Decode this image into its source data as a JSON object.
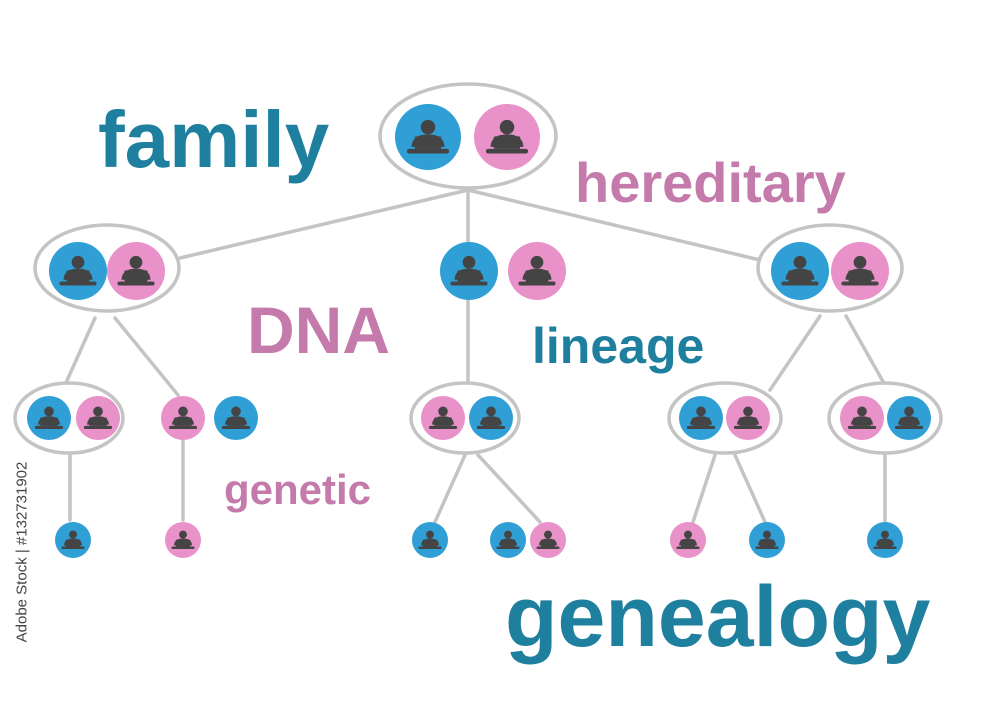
{
  "colors": {
    "blue": "#2f9fd6",
    "pink": "#e991c9",
    "avatar": "#444444",
    "ring": "#c4c4c4",
    "line": "#c4c4c4",
    "word_blue": "#1f7f9f",
    "word_pink": "#c47aab"
  },
  "words": {
    "family": "family",
    "hereditary": "hereditary",
    "dna": "DNA",
    "lineage": "lineage",
    "genetic": "genetic",
    "genealogy": "genealogy"
  },
  "stock_id": "Adobe Stock | #132731902",
  "icons": {
    "person": "person-at-laptop-icon"
  }
}
